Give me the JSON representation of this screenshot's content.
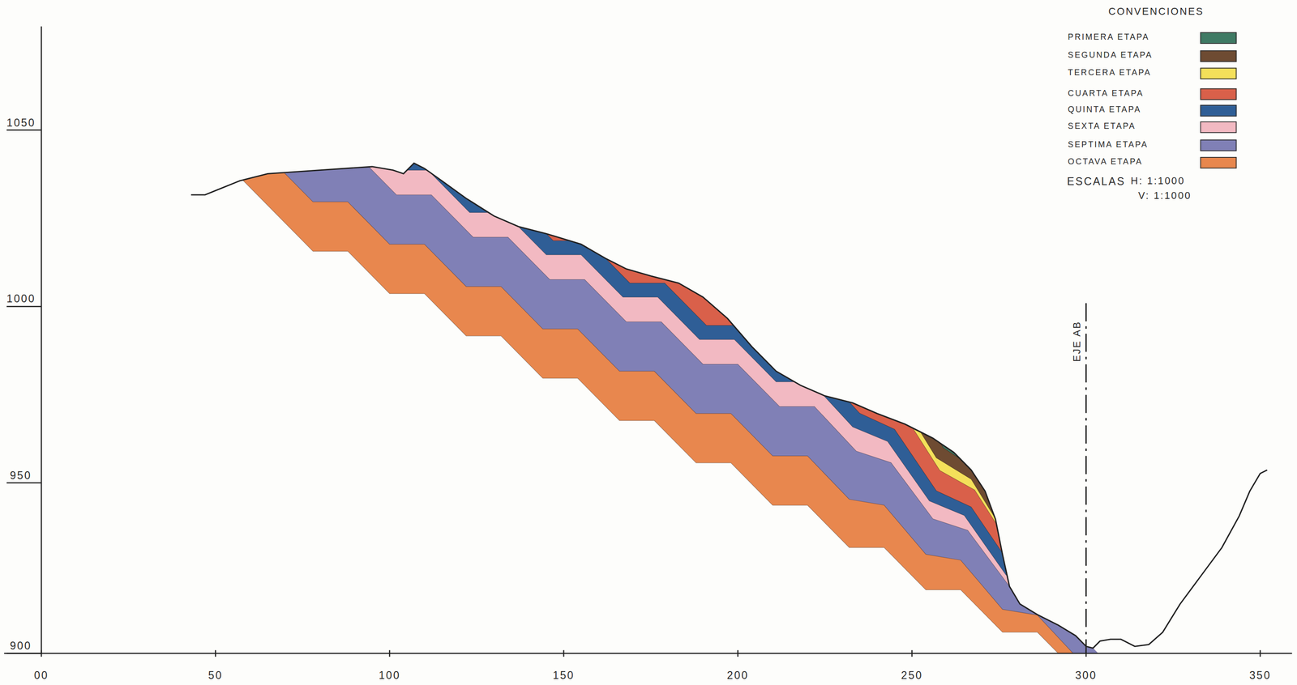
{
  "diagram": {
    "labels": [
      "CONVENCIONES",
      "ESCALAS",
      "H: 1:1000",
      "V: 1:1000",
      "1050",
      "1000",
      "950",
      "900",
      "00",
      "50",
      "100",
      "150",
      "200",
      "250",
      "300",
      "350",
      "EJE AB"
    ],
    "legend": [
      {
        "text": "PRIMERA ETAPA",
        "color": "#3f7a64"
      },
      {
        "text": "SEGUNDA ETAPA",
        "color": "#6e4b32"
      },
      {
        "text": "TERCERA ETAPA",
        "color": "#f4e05a"
      },
      {
        "text": "CUARTA ETAPA",
        "color": "#d9604a"
      },
      {
        "text": "QUINTA ETAPA",
        "color": "#2f5e96"
      },
      {
        "text": "SEXTA ETAPA",
        "color": "#f2b9c2"
      },
      {
        "text": "SEPTIMA ETAPA",
        "color": "#8080b6"
      },
      {
        "text": "OCTAVA ETAPA",
        "color": "#e8874e"
      }
    ]
  }
}
